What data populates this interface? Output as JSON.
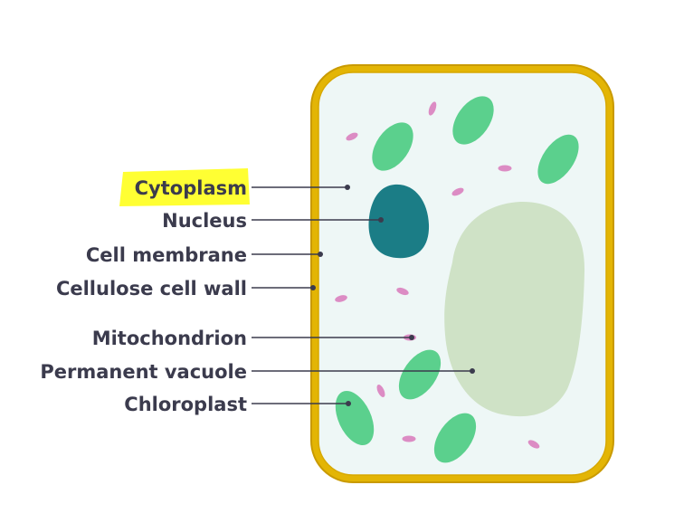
{
  "diagram": {
    "labels": {
      "cytoplasm": "Cytoplasm",
      "nucleus": "Nucleus",
      "cell_membrane": "Cell membrane",
      "cellulose_cell_wall": "Cellulose cell wall",
      "mitochondrion": "Mitochondrion",
      "permanent_vacuole": "Permanent vacuole",
      "chloroplast": "Chloroplast"
    },
    "highlighted_label": "cytoplasm",
    "colors": {
      "cell_wall": "#e3b505",
      "cell_wall_edge": "#c99a00",
      "cytoplasm": "#eef7f6",
      "nucleus": "#1b7d86",
      "vacuole": "#cfe2c6",
      "chloroplast": "#5bd08d",
      "mitochondrion": "#dc8cc4",
      "highlight": "#ffff33",
      "label_text": "#3b3b4d"
    }
  }
}
